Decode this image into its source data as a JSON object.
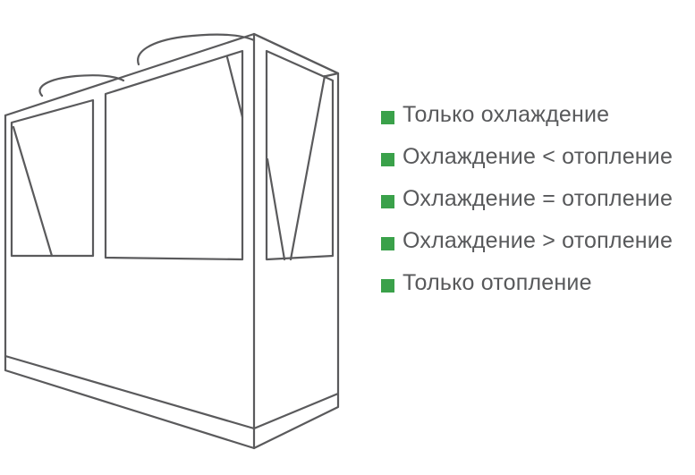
{
  "colors": {
    "accent": "#3aa14a",
    "line": "#5a5a5c",
    "text": "#58595b",
    "background": "#ffffff"
  },
  "legend": {
    "items": [
      {
        "label": "Только охлаждение",
        "marker": "green-square-icon"
      },
      {
        "label": "Охлаждение < отопление",
        "marker": "green-square-icon"
      },
      {
        "label": "Охлаждение = отопление",
        "marker": "green-square-icon"
      },
      {
        "label": "Охлаждение > отопление",
        "marker": "green-square-icon"
      },
      {
        "label": "Только отопление",
        "marker": "green-square-icon"
      }
    ]
  }
}
